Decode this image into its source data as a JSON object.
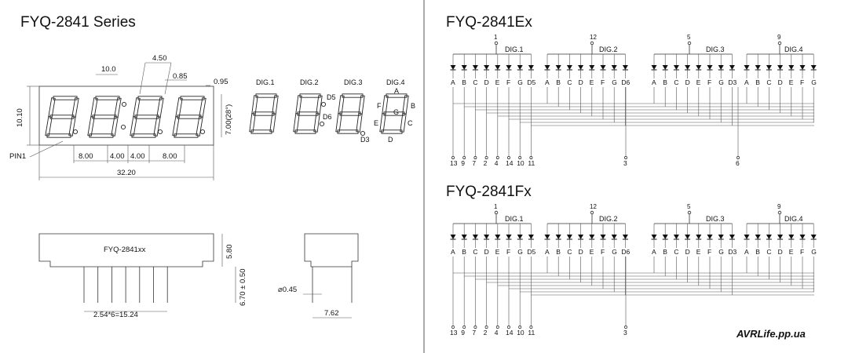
{
  "left": {
    "title": "FYQ-2841 Series",
    "dims": {
      "top_pitch": "10.0",
      "slant_w": "4.50",
      "slant_t": "0.85",
      "dot_off": "0.95",
      "height": "10.10",
      "digit_h": "7.00(28°)",
      "pin1": "PIN1",
      "w1": "8.00",
      "w2": "4.00",
      "w3": "4.00",
      "w4": "8.00",
      "total_w": "32.20",
      "part_no": "FYQ-2841xx",
      "side_h": "5.80",
      "lead_len": "6.70 ± 0.50",
      "lead_dia": "⌀0.45",
      "pitch": "2.54*6=15.24",
      "depth": "7.62"
    },
    "dig_labels": [
      "DIG.1",
      "DIG.2",
      "DIG.3",
      "DIG.4"
    ],
    "seg_labels": {
      "A": "A",
      "B": "B",
      "C": "C",
      "D": "D",
      "E": "E",
      "F": "F",
      "G": "G",
      "D3": "D3",
      "D5": "D5",
      "D6": "D6"
    }
  },
  "schematics": [
    {
      "title": "FYQ-2841Ex",
      "common_pins": [
        "1",
        "12",
        "5",
        "9"
      ],
      "digits": [
        {
          "name": "DIG.1",
          "segs": [
            "A",
            "B",
            "C",
            "D",
            "E",
            "F",
            "G",
            "D5"
          ]
        },
        {
          "name": "DIG.2",
          "segs": [
            "A",
            "B",
            "C",
            "D",
            "E",
            "F",
            "G",
            "D6"
          ]
        },
        {
          "name": "DIG.3",
          "segs": [
            "A",
            "B",
            "C",
            "D",
            "E",
            "F",
            "G",
            "D3"
          ]
        },
        {
          "name": "DIG.4",
          "segs": [
            "A",
            "B",
            "C",
            "D",
            "E",
            "F",
            "G"
          ]
        }
      ],
      "bottom_pins": [
        "13",
        "9",
        "7",
        "2",
        "4",
        "14",
        "10",
        "11"
      ],
      "extra_pins": [
        "3",
        "6"
      ]
    },
    {
      "title": "FYQ-2841Fx",
      "common_pins": [
        "1",
        "12",
        "5",
        "9"
      ],
      "digits": [
        {
          "name": "DIG.1",
          "segs": [
            "A",
            "B",
            "C",
            "D",
            "E",
            "F",
            "G",
            "D5"
          ]
        },
        {
          "name": "DIG.2",
          "segs": [
            "A",
            "B",
            "C",
            "D",
            "E",
            "F",
            "G",
            "D6"
          ]
        },
        {
          "name": "DIG.3",
          "segs": [
            "A",
            "B",
            "C",
            "D",
            "E",
            "F",
            "G",
            "D3"
          ]
        },
        {
          "name": "DIG.4",
          "segs": [
            "A",
            "B",
            "C",
            "D",
            "E",
            "F",
            "G"
          ]
        }
      ],
      "bottom_pins": [
        "13",
        "9",
        "7",
        "2",
        "4",
        "14",
        "10",
        "11"
      ],
      "extra_pins": [
        "3"
      ]
    }
  ],
  "watermark": "AVRLife.pp.ua"
}
